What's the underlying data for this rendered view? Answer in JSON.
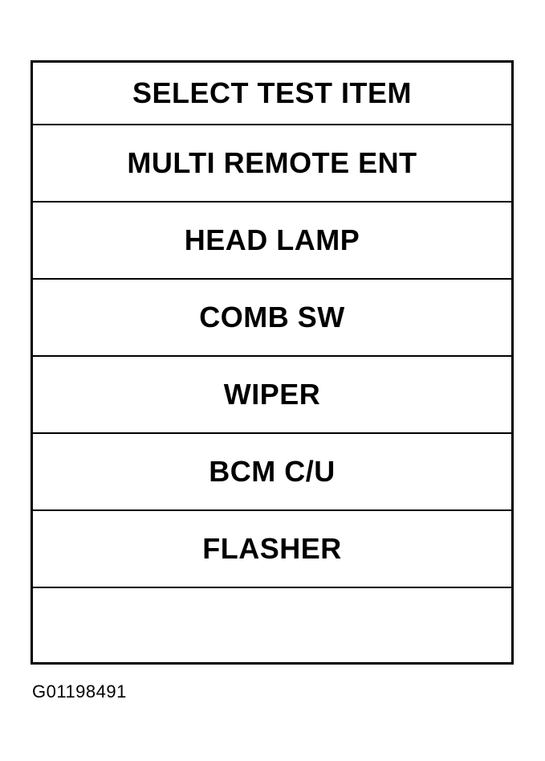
{
  "screen": {
    "title": "SELECT TEST ITEM",
    "items": [
      {
        "label": "MULTI REMOTE ENT"
      },
      {
        "label": "HEAD LAMP"
      },
      {
        "label": "COMB SW"
      },
      {
        "label": "WIPER"
      },
      {
        "label": "BCM C/U"
      },
      {
        "label": "FLASHER"
      }
    ]
  },
  "figure_id": "G01198491"
}
